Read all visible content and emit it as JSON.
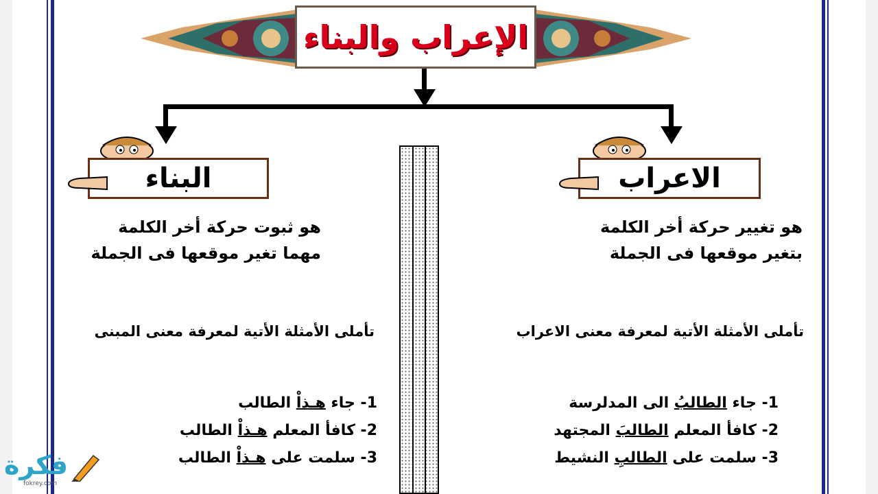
{
  "title": "الإعراب والبناء",
  "left": {
    "board_label": "البناء",
    "definition": [
      "هو ثبوت حركة أخر الكلمة",
      "مهما تغير موقعها فى الجملة"
    ],
    "instruction": "تأملى الأمثلة الأتية لمعرفة معنى المبنى",
    "examples": [
      {
        "num": "1-",
        "pre": "جاء ",
        "u": "هـذاْ",
        "post": " الطالب"
      },
      {
        "num": "2-",
        "pre": "كافأ المعلم ",
        "u": "هـذاْ",
        "post": " الطالب"
      },
      {
        "num": "3-",
        "pre": "سلمت على ",
        "u": "هـذاْ",
        "post": " الطالب"
      }
    ]
  },
  "right": {
    "board_label": "الاعراب",
    "definition": [
      "هو تغيير حركة أخر الكلمة",
      "بتغير موقعها فى الجملة"
    ],
    "instruction": "تأملى الأمثلة الأتية لمعرفة معنى الاعراب",
    "examples": [
      {
        "num": "1-",
        "pre": "جاء ",
        "u": "الطالبُ",
        "post": "  الى المدلرسة"
      },
      {
        "num": "2-",
        "pre": "كافأ المعلم ",
        "u": "الطالبَ",
        "post": " المجتهد"
      },
      {
        "num": "3-",
        "pre": "سلمت على ",
        "u": "الطالبِ",
        "post": " النشيط"
      }
    ]
  },
  "logo": {
    "text": "فكرة",
    "url": "fokrey.com"
  },
  "colors": {
    "title_red": "#d9001b",
    "rule_blue": "#1a2a8c",
    "logo_blue": "#2ea5c6"
  }
}
